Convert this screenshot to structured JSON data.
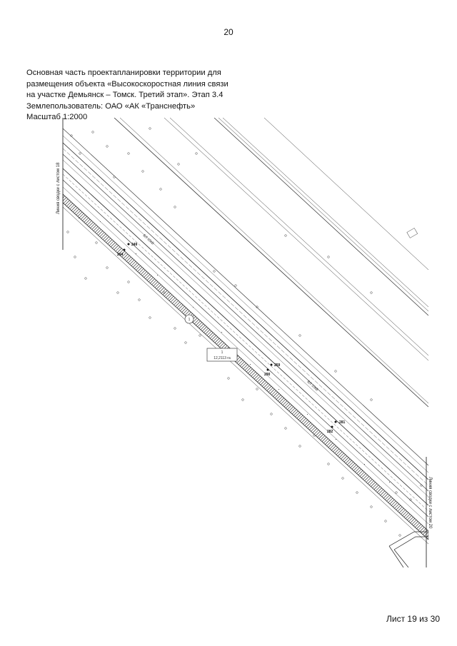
{
  "page_number": "20",
  "header": {
    "lines": [
      "Основная часть проектапланировки территории для",
      "размещения объекта «Высокоскоростная линия связи",
      "на участке Демьянск – Томск. Третий этап». Этап 3.4",
      "Землепользователь: ОАО «АК «Транснефть»",
      "Масштаб 1:2000"
    ]
  },
  "map": {
    "match_line_left": "Линия сводки с листом 18",
    "match_line_right": "Линия сводки с листом 20",
    "points": [
      {
        "label": "249"
      },
      {
        "label": "294"
      },
      {
        "label": "259"
      },
      {
        "label": "290"
      },
      {
        "label": "281"
      },
      {
        "label": "282"
      }
    ],
    "parcel": {
      "id": "1",
      "area": "12,2113 га"
    },
    "circle_marker": "1",
    "line_labels": [
      "ВЛ 10кВ",
      "ВЛ 10кВ"
    ]
  },
  "footer": {
    "sheet": "Лист 19 из 30"
  }
}
